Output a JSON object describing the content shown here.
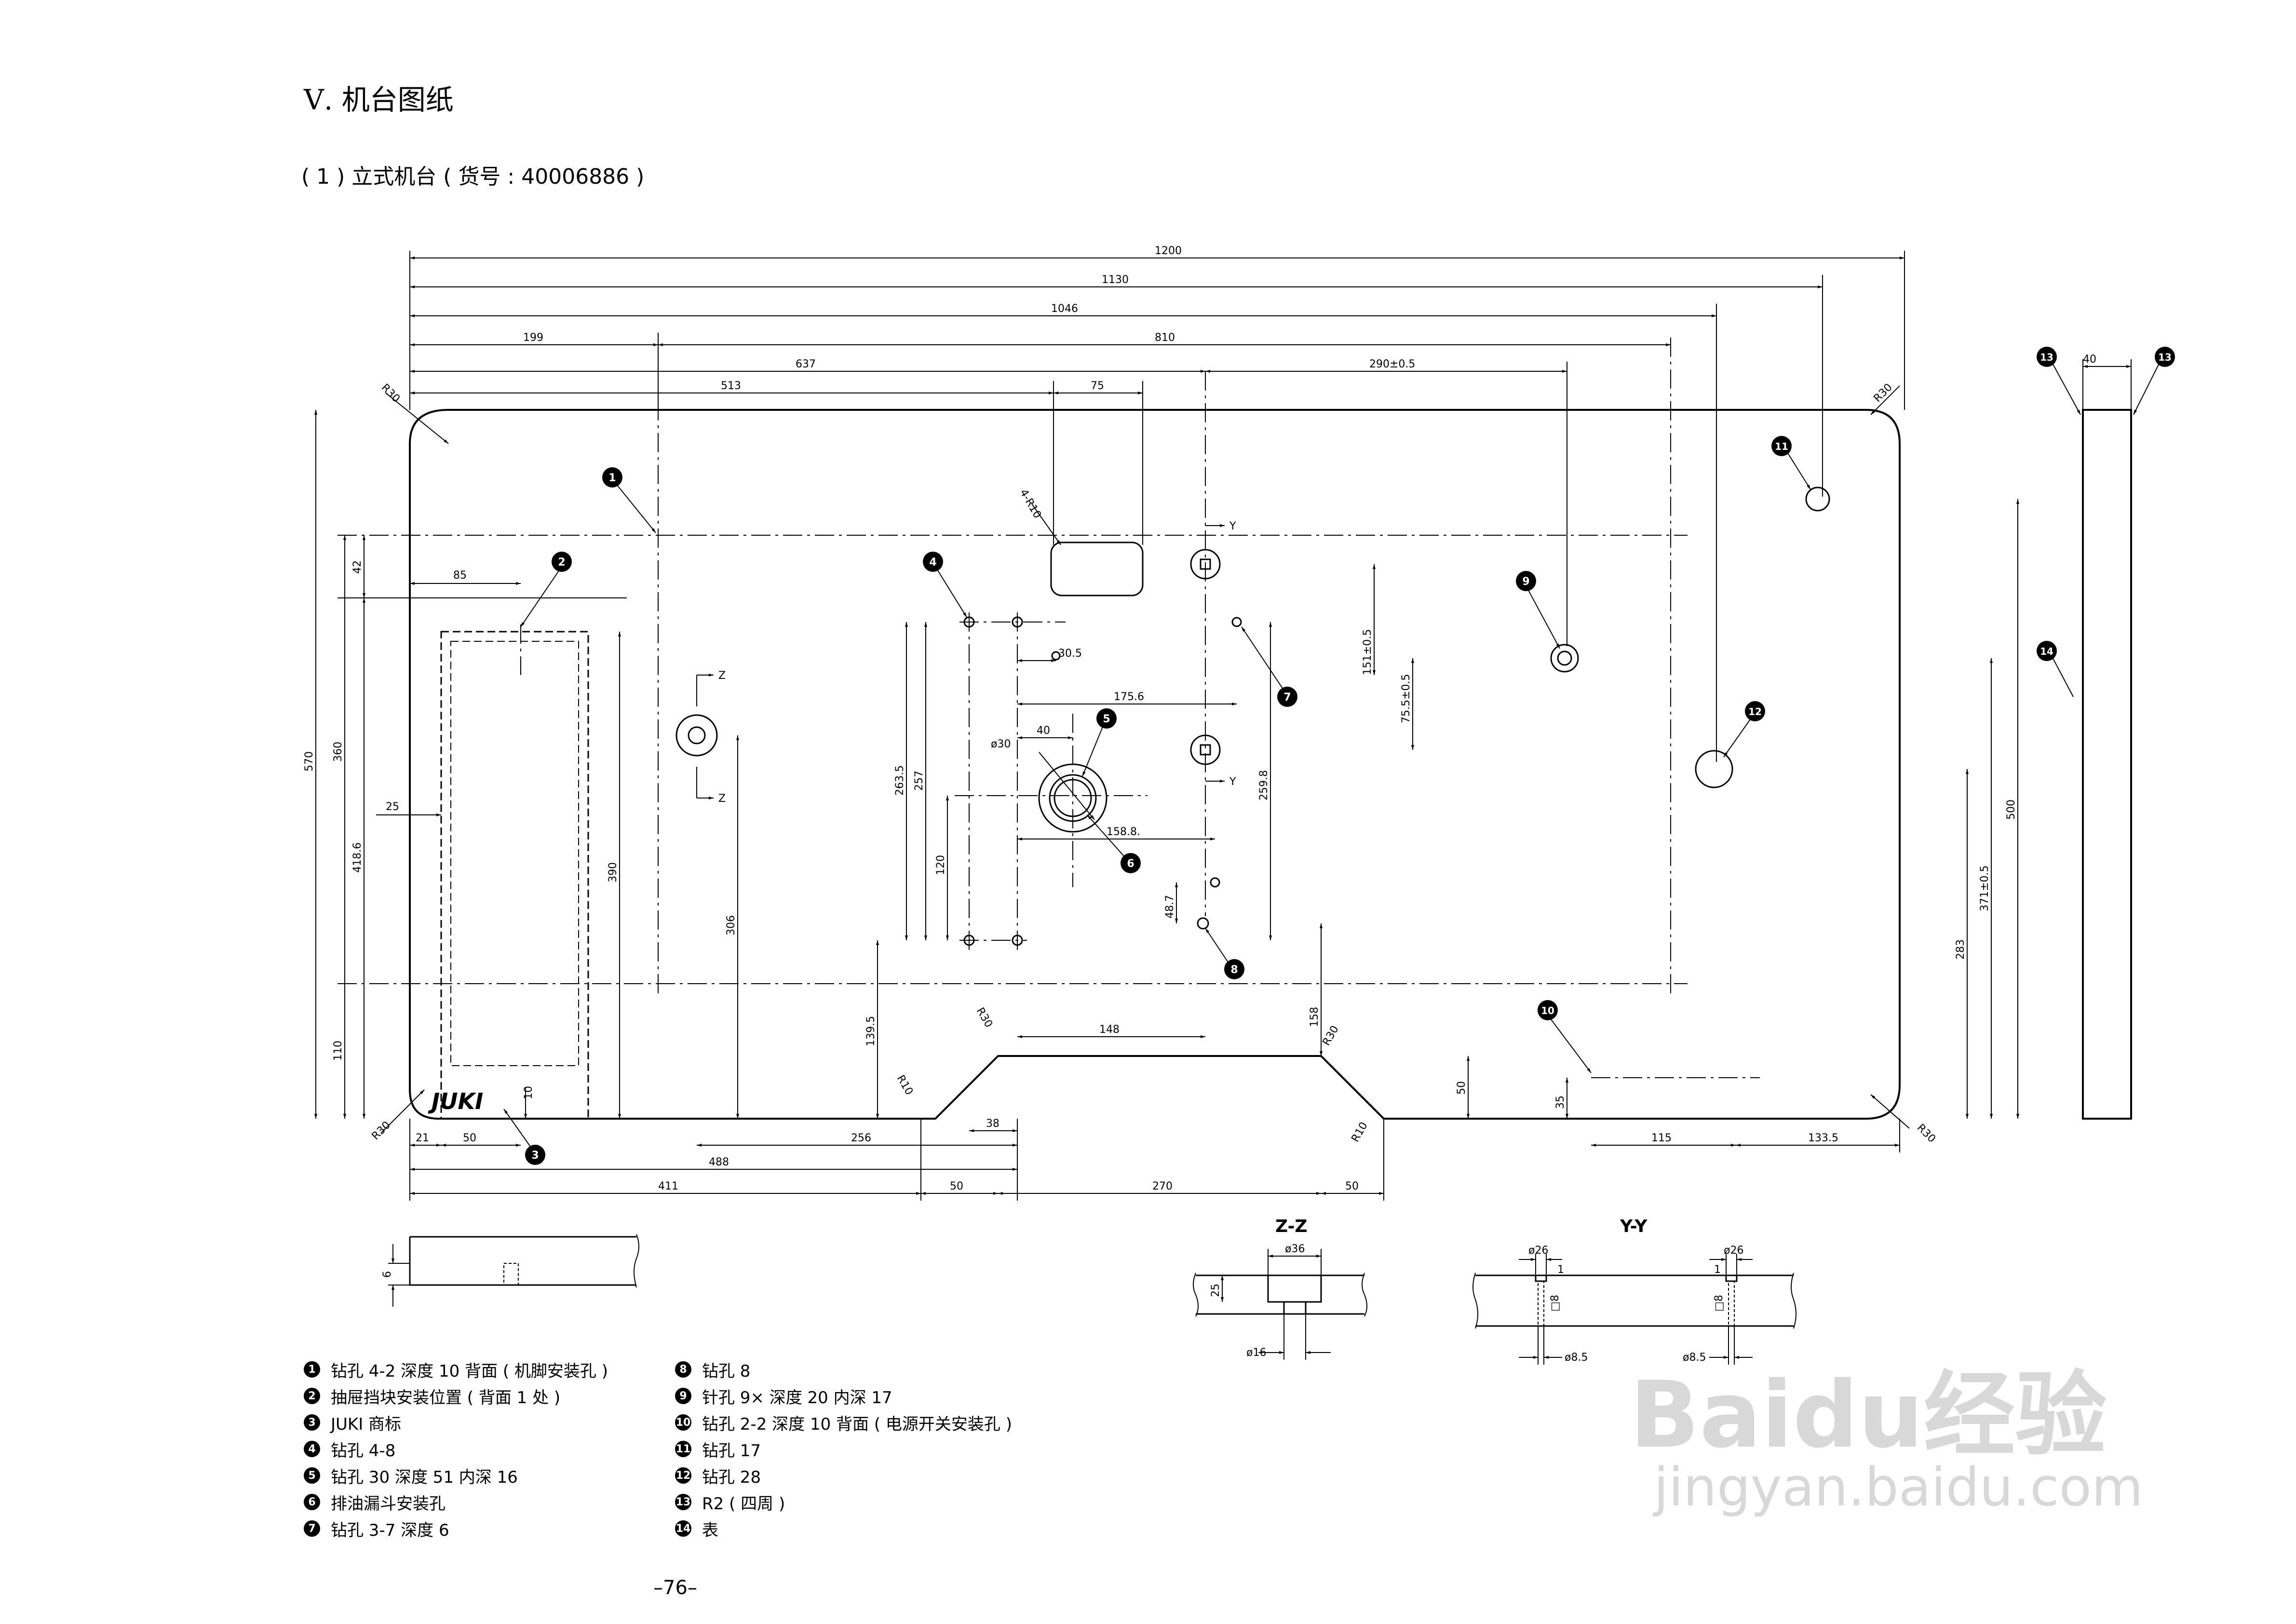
{
  "header": {
    "section_title": "Ⅴ. 机台图纸",
    "subtitle": "( 1 ) 立式机台 ( 货号 : 40006886 )"
  },
  "drawing": {
    "dimensions": {
      "d1200": "1200",
      "d1130": "1130",
      "d1046": "1046",
      "d199": "199",
      "d810": "810",
      "d637": "637",
      "d290": "290±0.5",
      "d513": "513",
      "d75": "75",
      "d570": "570",
      "d360": "360",
      "d418": "418.6",
      "d110": "110",
      "d42": "42",
      "d85": "85",
      "d25": "25",
      "d390": "390",
      "d306": "306",
      "d30_5": "30.5",
      "d175": "175.6",
      "d40": "40",
      "d263": "263.5",
      "d257": "257",
      "d120": "120",
      "d158_8": "158.8.",
      "d48": "48.7",
      "d259": "259.8",
      "d151": "151±0.5",
      "d75_5": "75.5±0.5",
      "d139": "139.5",
      "d148": "148",
      "d158": "158",
      "d50a": "50",
      "d35": "35",
      "d115": "115",
      "d133": "133.5",
      "d500": "500",
      "d371": "371±0.5",
      "d283": "283",
      "d21": "21",
      "d50b": "50",
      "d256": "256",
      "d38": "38",
      "d488": "488",
      "d411": "411",
      "d50c": "50",
      "d270": "270",
      "d50d": "50",
      "d10": "10",
      "d6": "6",
      "d40side": "40"
    },
    "radius_labels": {
      "r30_tl": "R30",
      "r30_tr": "R30",
      "r30_bl": "R30",
      "r30_br": "R30",
      "r30_notch_l": "R30",
      "r30_notch_r": "R30",
      "r10_l": "R10",
      "r10_r": "R10",
      "r10_slot": "4-R10",
      "phi30": "ø30"
    },
    "section_labels": {
      "z": "Z",
      "y": "Y",
      "zz": "Z-Z",
      "yy": "Y-Y"
    },
    "section_dims": {
      "phi36": "ø36",
      "d25": "25",
      "phi16": "ø16",
      "phi26a": "ø26",
      "phi26b": "ø26",
      "sq8a": "□8",
      "sq8b": "□8",
      "phi8_5a": "ø8.5",
      "phi8_5b": "ø8.5",
      "one_a": "1",
      "one_b": "1"
    },
    "logo": "JUKI",
    "callouts": [
      "1",
      "2",
      "3",
      "4",
      "5",
      "6",
      "7",
      "8",
      "9",
      "10",
      "11",
      "12",
      "13",
      "14"
    ]
  },
  "legend": [
    {
      "num": "1",
      "text": "钻孔 4-2 深度 10 背面 ( 机脚安装孔 )"
    },
    {
      "num": "2",
      "text": "抽屉挡块安装位置 ( 背面 1 处 )"
    },
    {
      "num": "3",
      "text": "JUKI 商标"
    },
    {
      "num": "4",
      "text": "钻孔 4-8"
    },
    {
      "num": "5",
      "text": "钻孔 30 深度 51 内深 16"
    },
    {
      "num": "6",
      "text": "排油漏斗安装孔"
    },
    {
      "num": "7",
      "text": "钻孔 3-7 深度 6"
    },
    {
      "num": "8",
      "text": "钻孔 8"
    },
    {
      "num": "9",
      "text": "针孔 9× 深度 20 内深 17"
    },
    {
      "num": "10",
      "text": "钻孔 2-2 深度 10 背面 ( 电源开关安装孔 )"
    },
    {
      "num": "11",
      "text": "钻孔 17"
    },
    {
      "num": "12",
      "text": "钻孔 28"
    },
    {
      "num": "13",
      "text": "R2 ( 四周 )"
    },
    {
      "num": "14",
      "text": "表"
    }
  ],
  "page_number": "–76–",
  "watermark": {
    "brand": "Baidu经验",
    "url": "jingyan.baidu.com"
  }
}
